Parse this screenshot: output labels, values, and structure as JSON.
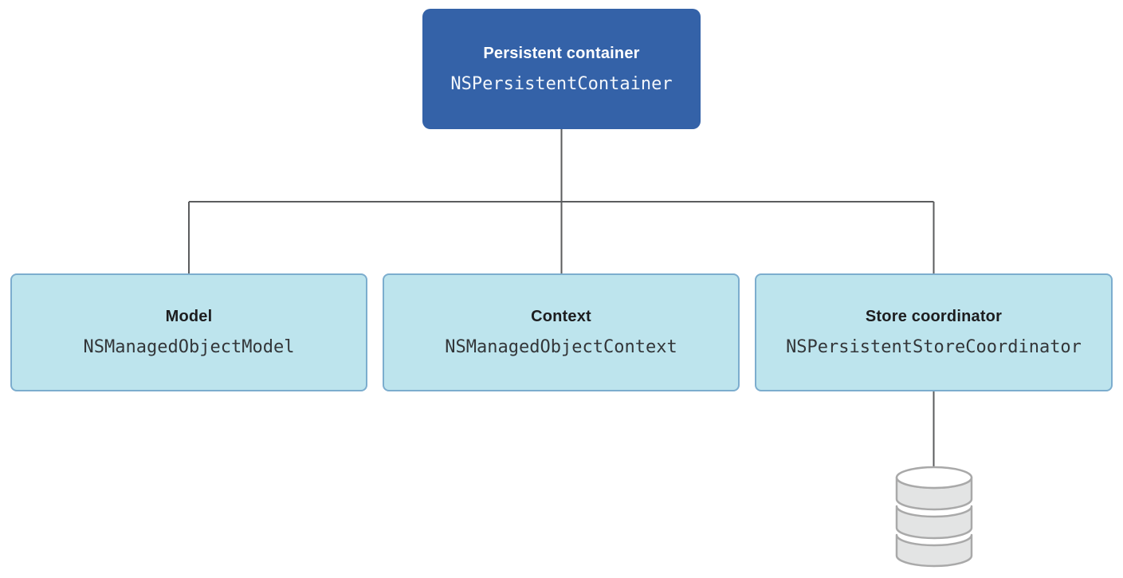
{
  "diagram": {
    "root": {
      "title": "Persistent container",
      "code": "NSPersistentContainer"
    },
    "children": [
      {
        "title": "Model",
        "code": "NSManagedObjectModel"
      },
      {
        "title": "Context",
        "code": "NSManagedObjectContext"
      },
      {
        "title": "Store coordinator",
        "code": "NSPersistentStoreCoordinator"
      }
    ],
    "icons": {
      "persistent_store": "database-cylinder-icon"
    },
    "colors": {
      "root_fill": "#3462a8",
      "root_title_text": "#ffffff",
      "root_code_text": "#f2f6fb",
      "child_fill": "#bde4ed",
      "child_border": "#7cadce",
      "child_title_text": "#1d1d1f",
      "child_code_text": "#333639",
      "connector": "#5b5c5e",
      "db_fill": "#e3e4e4",
      "db_stroke": "#a9a9a9"
    }
  }
}
